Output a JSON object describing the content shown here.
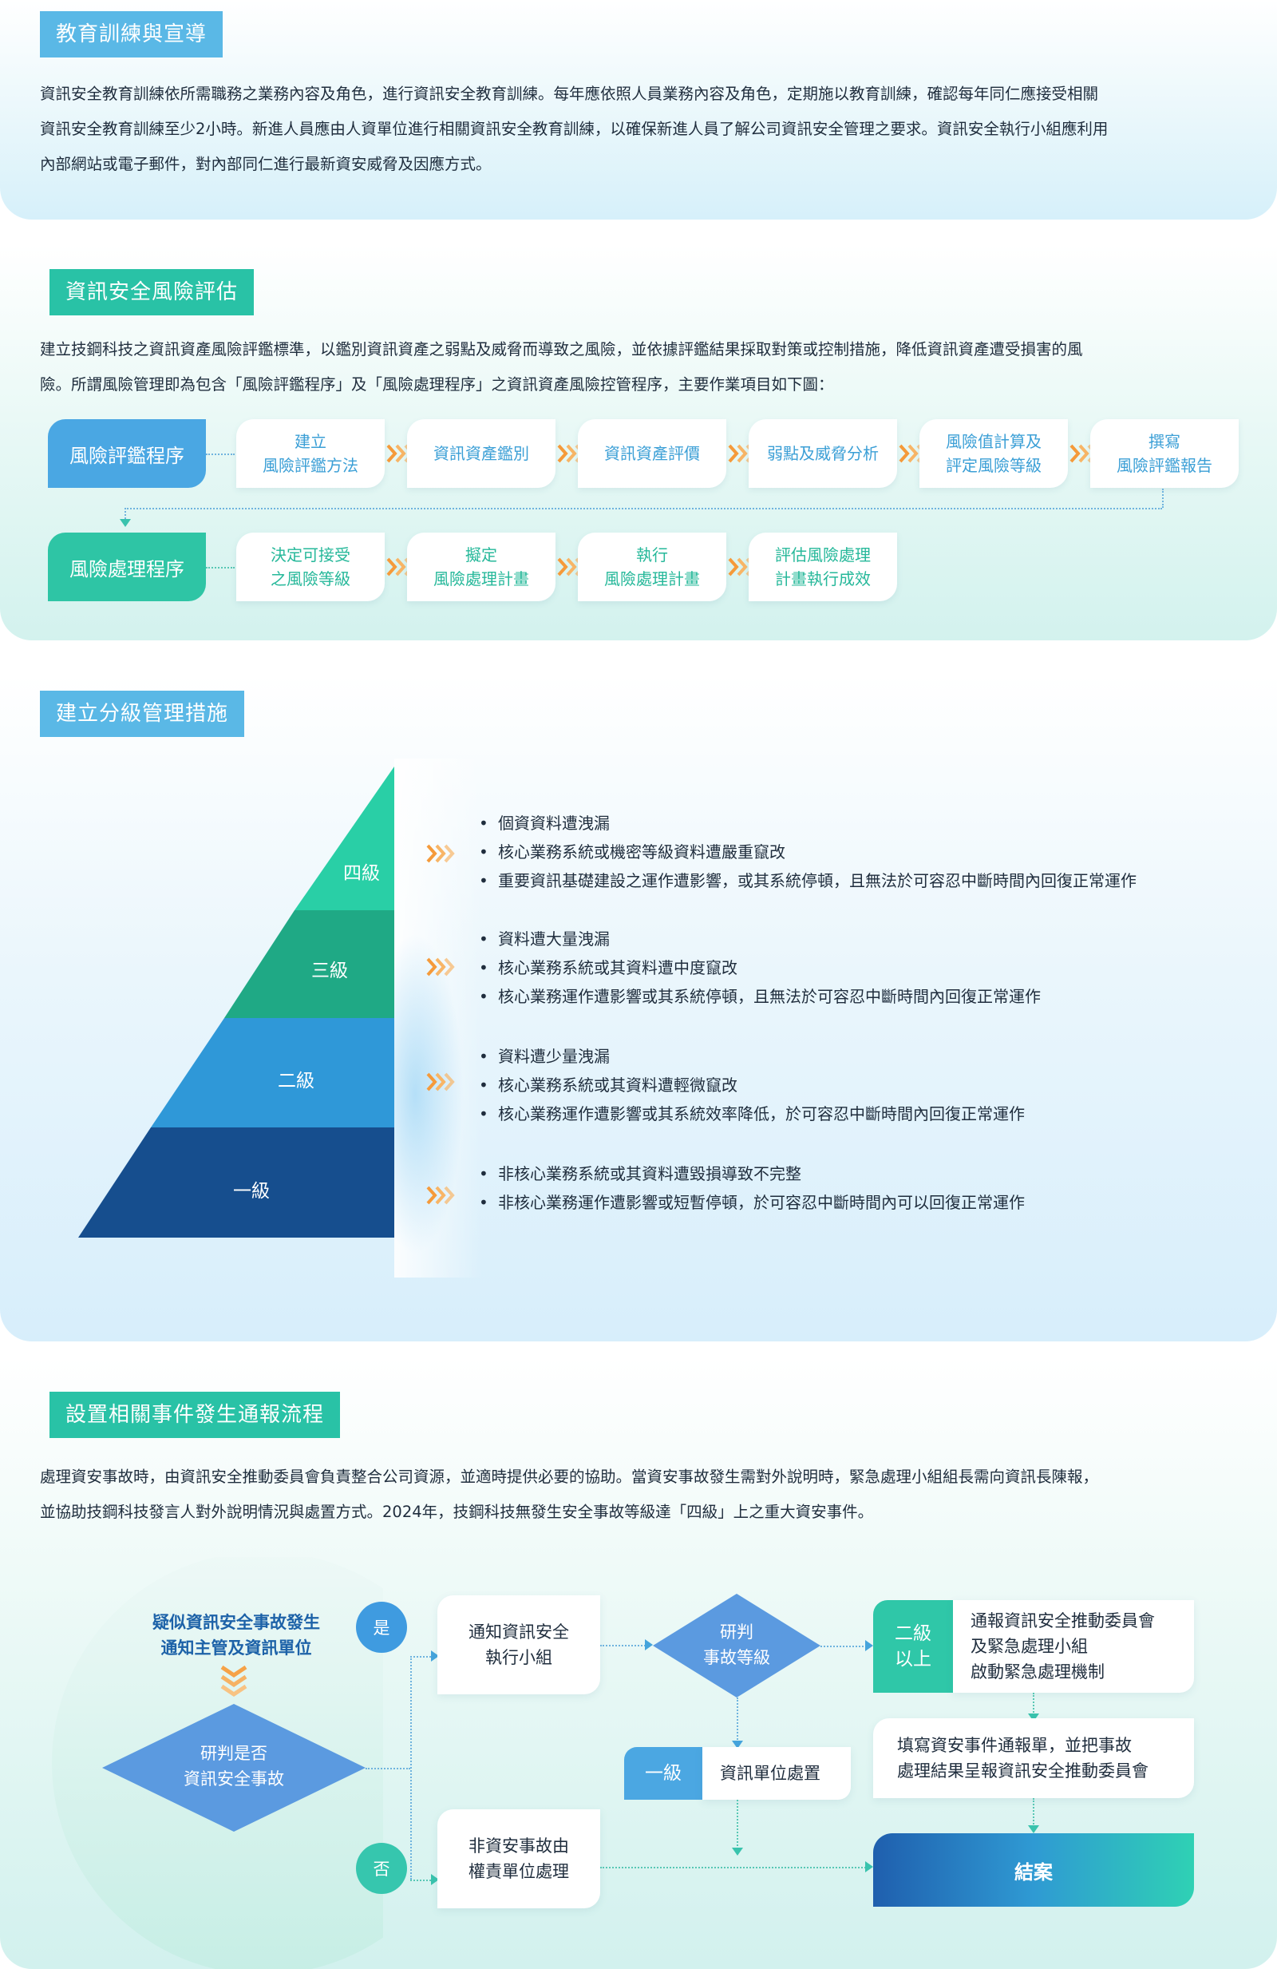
{
  "section1": {
    "title": "教育訓練與宣導",
    "lines": [
      "資訊安全教育訓練依所需職務之業務內容及角色，進行資訊安全教育訓練。每年應依照人員業務內容及角色，定期施以教育訓練，確認每年同仁應接受相關",
      "資訊安全教育訓練至少2小時。新進人員應由人資單位進行相關資訊安全教育訓練，以確保新進人員了解公司資訊安全管理之要求。資訊安全執行小組應利用",
      "內部網站或電子郵件，對內部同仁進行最新資安威脅及因應方式。"
    ]
  },
  "section2": {
    "title": "資訊安全風險評估",
    "lines": [
      "建立技鋼科技之資訊資產風險評鑑標準，以鑑別資訊資產之弱點及威脅而導致之風險，並依據評鑑結果採取對策或控制措施，降低資訊資產遭受損害的風",
      "險。所謂風險管理即為包含「風險評鑑程序」及「風險處理程序」之資訊資產風險控管程序，主要作業項目如下圖："
    ],
    "assessment": {
      "label": "風險評鑑程序",
      "steps": [
        "建立\n風險評鑑方法",
        "資訊資產鑑別",
        "資訊資產評價",
        "弱點及威脅分析",
        "風險值計算及\n評定風險等級",
        "撰寫\n風險評鑑報告"
      ]
    },
    "treatment": {
      "label": "風險處理程序",
      "steps": [
        "決定可接受\n之風險等級",
        "擬定\n風險處理計畫",
        "執行\n風險處理計畫",
        "評估風險處理\n計畫執行成效"
      ]
    }
  },
  "section3": {
    "title": "建立分級管理措施",
    "tiers": [
      {
        "label": "四級",
        "items": [
          "個資資料遭洩漏",
          "核心業務系統或機密等級資料遭嚴重竄改",
          "重要資訊基礎建設之運作遭影響，或其系統停頓，且無法於可容忍中斷時間內回復正常運作"
        ]
      },
      {
        "label": "三級",
        "items": [
          "資料遭大量洩漏",
          "核心業務系統或其資料遭中度竄改",
          "核心業務運作遭影響或其系統停頓，且無法於可容忍中斷時間內回復正常運作"
        ]
      },
      {
        "label": "二級",
        "items": [
          "資料遭少量洩漏",
          "核心業務系統或其資料遭輕微竄改",
          "核心業務運作遭影響或其系統效率降低，於可容忍中斷時間內回復正常運作"
        ]
      },
      {
        "label": "一級",
        "items": [
          "非核心業務系統或其資料遭毀損導致不完整",
          "非核心業務運作遭影響或短暫停頓，於可容忍中斷時間內可以回復正常運作"
        ]
      }
    ]
  },
  "section4": {
    "title": "設置相關事件發生通報流程",
    "lines": [
      "處理資安事故時，由資訊安全推動委員會負責整合公司資源，並適時提供必要的協助。當資安事故發生需對外說明時，緊急處理小組組長需向資訊長陳報，",
      "並協助技鋼科技發言人對外說明情況與處置方式。2024年，技鋼科技無發生安全事故等級達「四級」上之重大資安事件。"
    ],
    "flow": {
      "start": "疑似資訊安全事故發生\n通知主管及資訊單位",
      "decision": "研判是否\n資訊安全事故",
      "yes": "是",
      "no": "否",
      "notify": "通知資訊安全\n執行小組",
      "judge": "研判\n事故等級",
      "level2_tag": "二級\n以上",
      "level2_action": "通報資訊安全推動委員會\n及緊急處理小組\n啟動緊急處理機制",
      "report": "填寫資安事件通報單，並把事故\n處理結果呈報資訊安全推動委員會",
      "level1_tag": "一級",
      "level1_action": "資訊單位處置",
      "non_incident": "非資安事故由\n權責單位處理",
      "close": "結案"
    }
  }
}
